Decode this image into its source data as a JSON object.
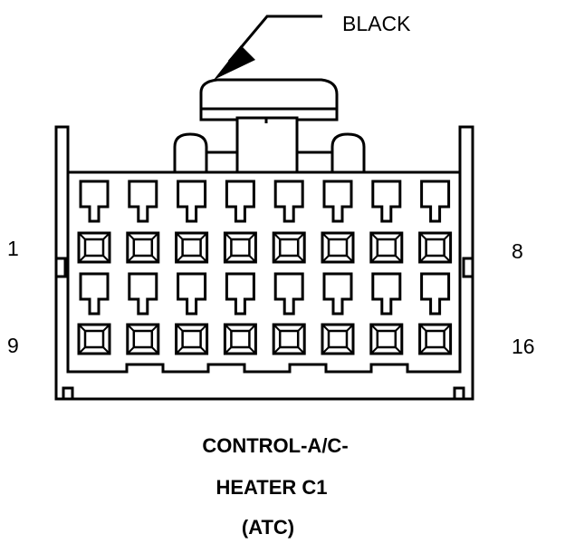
{
  "connector": {
    "color_label": "BLACK",
    "pin_labels": {
      "row1_start": "1",
      "row1_end": "8",
      "row2_start": "9",
      "row2_end": "16"
    },
    "pin_count": 16,
    "pins_per_row": 8,
    "title_lines": [
      "CONTROL-A/C-",
      "HEATER C1",
      "(ATC)"
    ]
  },
  "colors": {
    "line": "#000000",
    "background": "#ffffff"
  }
}
